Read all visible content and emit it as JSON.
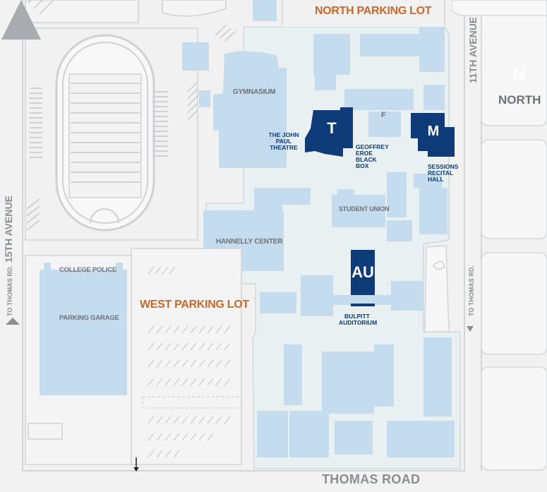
{
  "lots": {
    "north": "NORTH PARKING LOT",
    "west": "WEST PARKING LOT"
  },
  "roads": {
    "avenue_11": "11TH AVENUE",
    "avenue_15": "15TH AVENUE",
    "thomas_road": "THOMAS ROAD",
    "to_thomas_left": "TO THOMAS RD.",
    "to_thomas_right": "TO THOMAS RD."
  },
  "compass": {
    "letter": "N",
    "label": "NORTH"
  },
  "buildings": {
    "gymnasium": "GYMNASIUM",
    "john_paul_theatre": "THE JOHN PAUL THEATRE",
    "geoffrey_eroe": "GEOFFREY EROE BLACK BOX",
    "sessions_recital": "SESSIONS RECITAL HALL",
    "student_union": "STUDENT UNION",
    "hannelly_center": "HANNELLY CENTER",
    "college_police": "COLLEGE POLICE",
    "parking_garage": "PARKING GARAGE",
    "bulpitt_auditorium": "BULPITT AUDITORIUM"
  },
  "markers": {
    "theatre": "T",
    "music": "M",
    "auditorium": "AU",
    "f": "F"
  },
  "colors": {
    "building_light": "#c5dcee",
    "building_dark": "#0f3b78",
    "campus_ground": "#e8f0f1",
    "lot_label": "#c8682a",
    "road_label": "#8a8d92",
    "compass_gray": "#a8abb0"
  }
}
